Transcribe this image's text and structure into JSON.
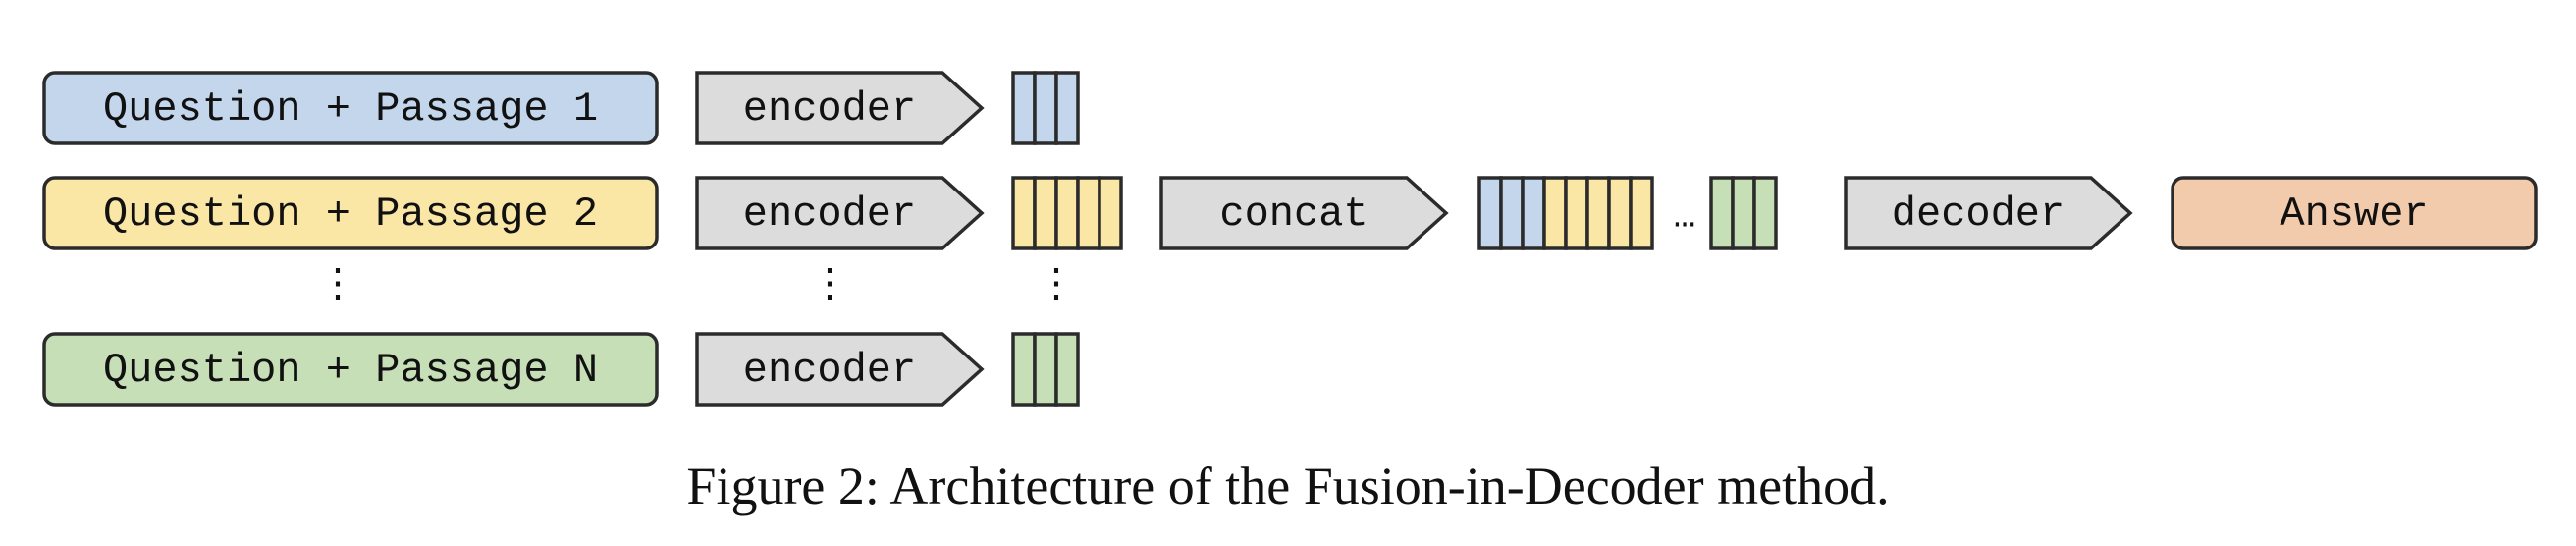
{
  "diagram": {
    "inputs": [
      {
        "label": "Question + Passage 1",
        "color": "#c3d6ec",
        "cells": 3
      },
      {
        "label": "Question + Passage 2",
        "color": "#fae7a6",
        "cells": 5
      },
      {
        "label": "Question + Passage N",
        "color": "#c6dfb6",
        "cells": 3
      }
    ],
    "encoder_label": "encoder",
    "concat_label": "concat",
    "decoder_label": "decoder",
    "answer_label": "Answer",
    "answer_color": "#f2cbad",
    "arrow_color": "#dcdcdc",
    "concat_ellipsis": "…",
    "vertical_dots": "⋮",
    "concat_cells": [
      {
        "color": "#c3d6ec",
        "count": 3
      },
      {
        "color": "#fae7a6",
        "count": 5
      },
      {
        "color": "#c6dfb6",
        "count": 3
      }
    ]
  },
  "caption": "Figure 2: Architecture of the Fusion-in-Decoder method."
}
